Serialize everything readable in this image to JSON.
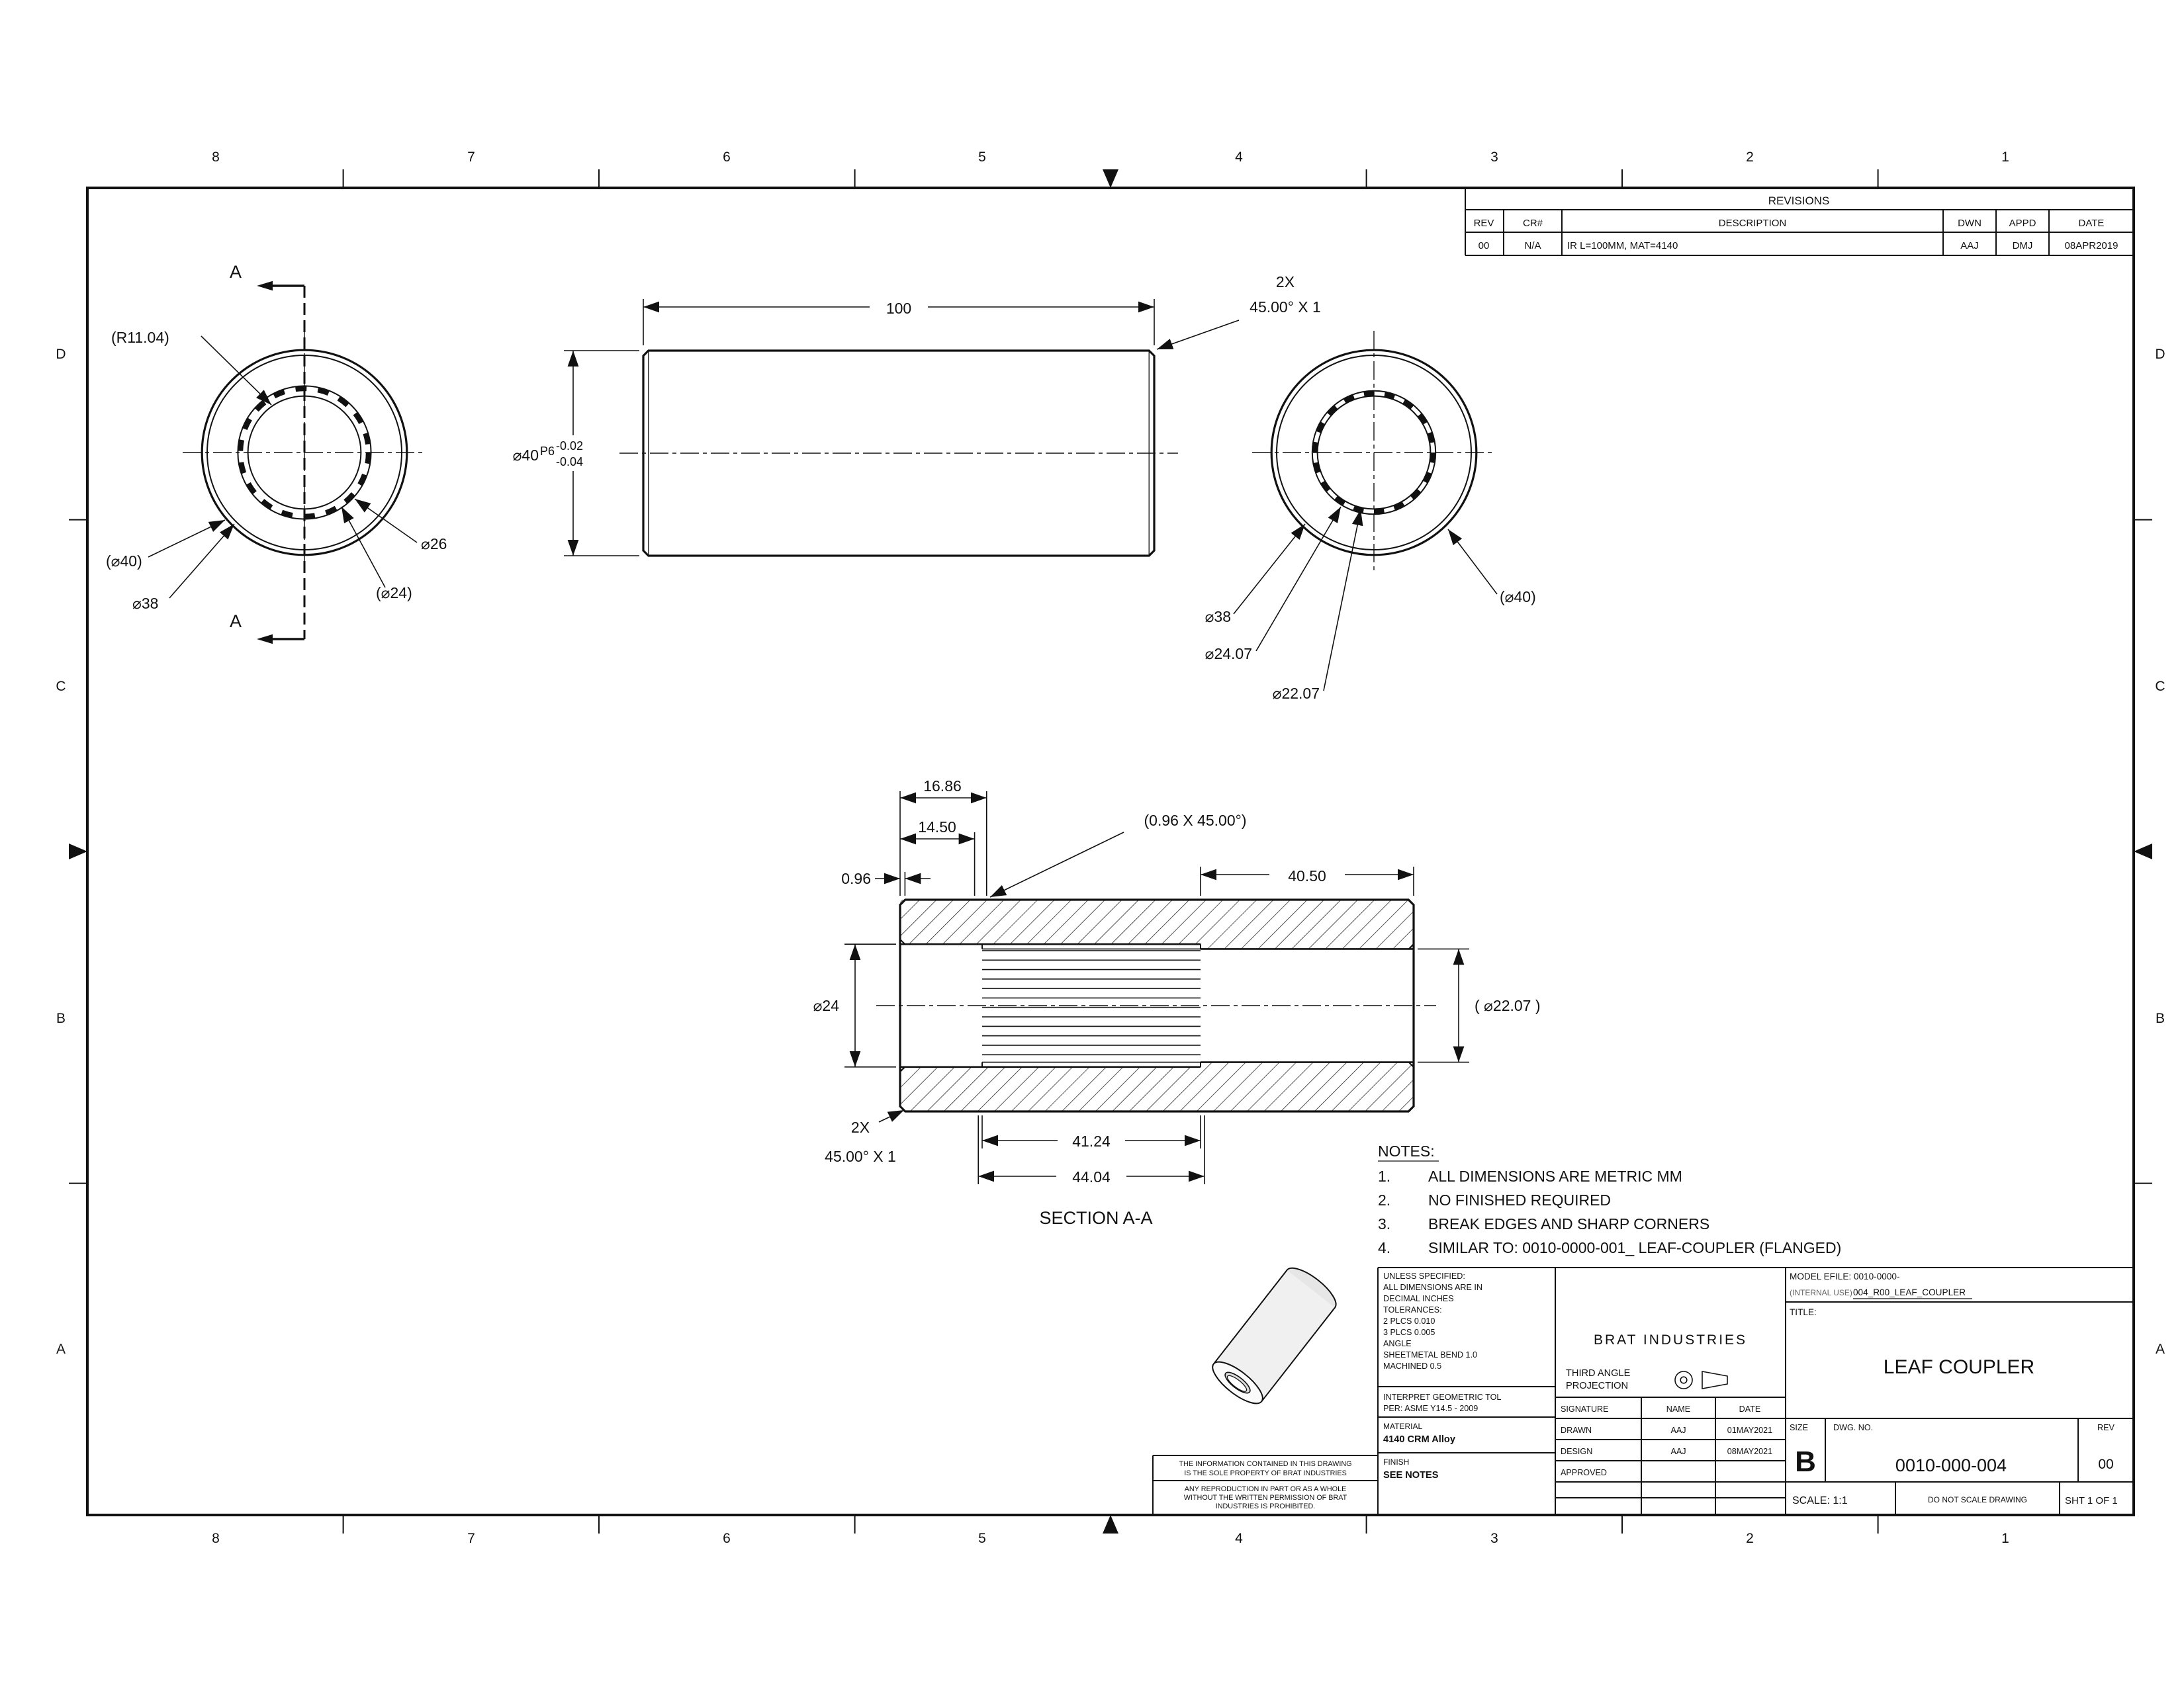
{
  "colors": {
    "ink": "#111111",
    "paper": "#ffffff"
  },
  "zones": {
    "cols": [
      "8",
      "7",
      "6",
      "5",
      "4",
      "3",
      "2",
      "1"
    ],
    "rows": [
      "D",
      "C",
      "B",
      "A"
    ]
  },
  "revisions": {
    "title": "REVISIONS",
    "headers": [
      "REV",
      "CR#",
      "DESCRIPTION",
      "DWN",
      "APPD",
      "DATE"
    ],
    "row": {
      "rev": "00",
      "cr": "N/A",
      "description": "IR L=100MM, MAT=4140",
      "dwn": "AAJ",
      "appd": "DMJ",
      "date": "08APR2019"
    }
  },
  "left_view": {
    "label_top": "A",
    "label_bottom": "A",
    "radius_ref": "(R11.04)",
    "dia40_ref": "(⌀40)",
    "dia38": "⌀38",
    "dia26": "⌀26",
    "dia24_ref": "(⌀24)"
  },
  "side_view": {
    "length": "100",
    "chamfer1": "2X",
    "chamfer2": "45.00° X 1",
    "dia": "⌀40",
    "fit": "P6",
    "tol_upper": "-0.02",
    "tol_lower": "-0.04"
  },
  "right_view": {
    "dia38": "⌀38",
    "dia24_07": "⌀24.07",
    "dia22_07": "⌀22.07",
    "dia40_ref": "(⌀40)"
  },
  "section_view": {
    "dim1": "16.86",
    "dim2": "14.50",
    "dim3": "0.96",
    "chamfer_ref": "(0.96 X 45.00°)",
    "dim4": "40.50",
    "dia24": "⌀24",
    "dia22_ref": "( ⌀22.07 )",
    "dim5": "41.24",
    "dim6": "44.04",
    "chamfer1": "2X",
    "chamfer2": "45.00° X 1",
    "label": "SECTION A-A"
  },
  "notes": {
    "title": "NOTES:",
    "items": [
      {
        "num": "1.",
        "text": "ALL DIMENSIONS ARE METRIC MM"
      },
      {
        "num": "2.",
        "text": "NO FINISHED REQUIRED"
      },
      {
        "num": "3.",
        "text": "BREAK EDGES AND SHARP CORNERS"
      },
      {
        "num": "4.",
        "text": "SIMILAR TO: 0010-0000-001_ LEAF-COUPLER (FLANGED)"
      }
    ]
  },
  "title_block": {
    "tol_lines": [
      "UNLESS SPECIFIED:",
      "ALL DIMENSIONS ARE IN",
      "DECIMAL INCHES",
      "TOLERANCES:",
      "2 PLCS 0.010",
      "3 PLCS 0.005",
      "ANGLE",
      "SHEETMETAL BEND  1.0",
      "MACHINED  0.5"
    ],
    "geo1": "INTERPRET GEOMETRIC TOL",
    "geo2": "PER: ASME Y14.5 - 2009",
    "material_label": "MATERIAL",
    "material": "4140 CRM Alloy",
    "finish_label": "FINISH",
    "finish": "SEE NOTES",
    "proprietary": [
      "THE INFORMATION CONTAINED IN THIS DRAWING",
      "IS THE SOLE PROPERTY OF  BRAT INDUSTRIES",
      "ANY REPRODUCTION IN PART OR AS A WHOLE",
      "WITHOUT THE WRITTEN PERMISSION OF BRAT",
      "INDUSTRIES IS PROHIBITED."
    ],
    "company": "BRAT INDUSTRIES",
    "proj1": "THIRD ANGLE",
    "proj2": "PROJECTION",
    "sig_headers": [
      "SIGNATURE",
      "NAME",
      "DATE"
    ],
    "sig_rows": [
      {
        "label": "DRAWN",
        "name": "AAJ",
        "date": "01MAY2021"
      },
      {
        "label": "DESIGN",
        "name": "AAJ",
        "date": "08MAY2021"
      },
      {
        "label": "APPROVED",
        "name": "",
        "date": ""
      }
    ],
    "efile1": "MODEL EFILE: 0010-0000-",
    "efile2": "(INTERNAL USE)",
    "efile3": "004_R00_LEAF_COUPLER",
    "title_label": "TITLE:",
    "title": "LEAF COUPLER",
    "size_label": "SIZE",
    "size": "B",
    "dwg_label": "DWG.  NO.",
    "dwg_no": "0010-000-004",
    "rev_label": "REV",
    "rev": "00",
    "scale": "SCALE: 1:1",
    "no_scale": "DO NOT SCALE DRAWING",
    "sheet": "SHT  1  OF  1"
  }
}
